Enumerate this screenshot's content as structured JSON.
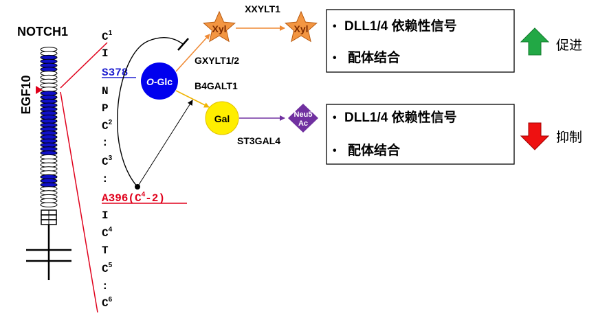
{
  "protein": {
    "name": "NOTCH1",
    "domain": "EGF10"
  },
  "sequence": [
    {
      "text": "C",
      "sup": "1",
      "style": "normal"
    },
    {
      "text": "I",
      "sup": "",
      "style": "normal"
    },
    {
      "text": "S378",
      "sup": "",
      "style": "blue"
    },
    {
      "text": "N",
      "sup": "",
      "style": "normal"
    },
    {
      "text": "P",
      "sup": "",
      "style": "normal"
    },
    {
      "text": "C",
      "sup": "2",
      "style": "normal"
    },
    {
      "text": ":",
      "sup": "",
      "style": "normal"
    },
    {
      "text": "C",
      "sup": "3",
      "style": "normal"
    },
    {
      "text": ":",
      "sup": "",
      "style": "normal"
    },
    {
      "text": "A396(C",
      "sup": "4",
      "after": "-2)",
      "style": "red"
    },
    {
      "text": "I",
      "sup": "",
      "style": "normal"
    },
    {
      "text": "C",
      "sup": "4",
      "style": "normal"
    },
    {
      "text": "T",
      "sup": "",
      "style": "normal"
    },
    {
      "text": "C",
      "sup": "5",
      "style": "normal"
    },
    {
      "text": ":",
      "sup": "",
      "style": "normal"
    },
    {
      "text": "C",
      "sup": "6",
      "style": "normal"
    }
  ],
  "sugars": {
    "oglc": {
      "prefix": "O",
      "suffix": "-Glc",
      "color": "#0000ee"
    },
    "xyl": "Xyl",
    "gal": {
      "label": "Gal",
      "color": "#ffee00"
    },
    "neu5ac": {
      "line1": "Neu5",
      "line2": "Ac",
      "color": "#7030a0"
    },
    "xyl_color": "#f39642"
  },
  "enzymes": {
    "xxylt1": "XXYLT1",
    "gxylt": "GXYLT1/2",
    "b4galt1": "B4GALT1",
    "st3gal4": "ST3GAL4"
  },
  "outcomes": {
    "top": {
      "items": [
        "DLL1/4 依赖性信号",
        "配体结合"
      ],
      "effect": "促进",
      "arrow_color": "#22a845"
    },
    "bottom": {
      "items": [
        "DLL1/4 依赖性信号",
        "配体结合"
      ],
      "effect": "抑制",
      "arrow_color": "#ee1111"
    }
  },
  "bullet": "•"
}
